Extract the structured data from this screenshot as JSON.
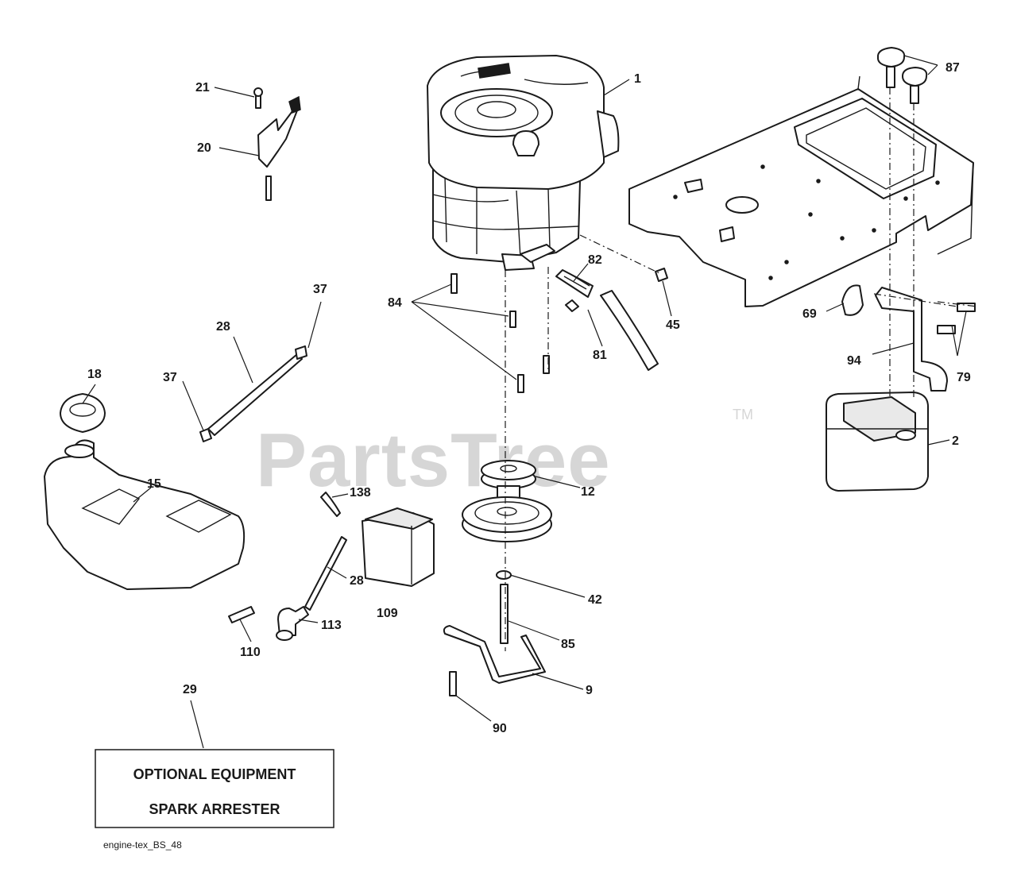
{
  "watermark": {
    "text": "PartsTree",
    "trademark": "TM"
  },
  "callouts": {
    "c1": "1",
    "c2": "2",
    "c9": "9",
    "c12": "12",
    "c15": "15",
    "c18": "18",
    "c20": "20",
    "c21": "21",
    "c28a": "28",
    "c28b": "28",
    "c29": "29",
    "c37a": "37",
    "c37b": "37",
    "c42": "42",
    "c45": "45",
    "c69": "69",
    "c79": "79",
    "c81": "81",
    "c82": "82",
    "c84": "84",
    "c85": "85",
    "c87": "87",
    "c90": "90",
    "c94": "94",
    "c109": "109",
    "c110": "110",
    "c113": "113",
    "c138": "138"
  },
  "optional_box": {
    "line1": "OPTIONAL EQUIPMENT",
    "line2": "SPARK ARRESTER"
  },
  "footer": {
    "label": "engine-tex_BS_48"
  }
}
